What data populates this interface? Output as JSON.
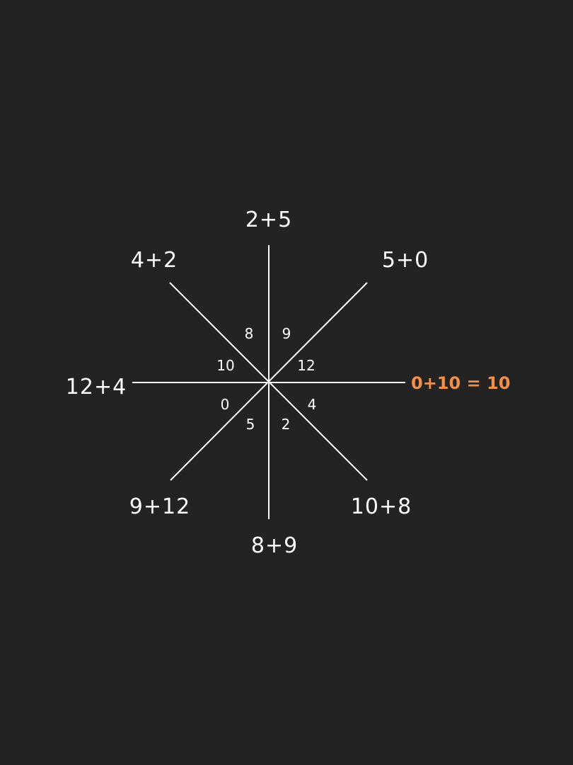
{
  "diagram": {
    "answer": "0+10 = 10",
    "outer_labels": {
      "n": "2+5",
      "ne": "5+0",
      "e": "",
      "se": "10+8",
      "s": "8+9",
      "sw": "9+12",
      "w": "12+4",
      "nw": "4+2"
    },
    "inner_labels": {
      "n_right": "9",
      "ne_lower": "12",
      "e_lower": "4",
      "se_left": "2",
      "s_left": "5",
      "sw_upper": "0",
      "w_upper": "10",
      "nw_right": "8"
    },
    "colors": {
      "background": "#232323",
      "lines": "#ffffff",
      "text": "#ffffff",
      "answer": "#f2904a"
    }
  }
}
